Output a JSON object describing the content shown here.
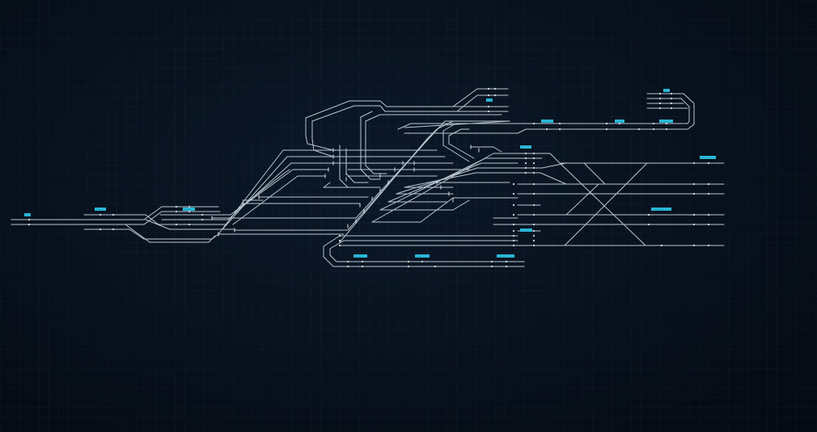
{
  "diagram": {
    "colors": {
      "background": "#07101c",
      "track": "#b9c6d1",
      "station_tag": "#2ab8d8",
      "signal": "#d8e2ea"
    },
    "station_tags": [
      {
        "id": "st-1",
        "text": "·····"
      },
      {
        "id": "st-2",
        "text": "·····"
      },
      {
        "id": "st-3",
        "text": "·····"
      },
      {
        "id": "st-4",
        "text": "····"
      },
      {
        "id": "st-5",
        "text": "···"
      },
      {
        "id": "st-6",
        "text": "·····"
      },
      {
        "id": "st-7",
        "text": "····"
      },
      {
        "id": "st-8",
        "text": "······"
      },
      {
        "id": "st-9",
        "text": "··"
      },
      {
        "id": "st-10",
        "text": "·····"
      },
      {
        "id": "st-11",
        "text": "········"
      },
      {
        "id": "st-12",
        "text": "·····"
      },
      {
        "id": "st-13",
        "text": "·····"
      },
      {
        "id": "st-14",
        "text": "·····"
      },
      {
        "id": "st-15",
        "text": "······"
      },
      {
        "id": "st-16",
        "text": "·····"
      }
    ]
  }
}
